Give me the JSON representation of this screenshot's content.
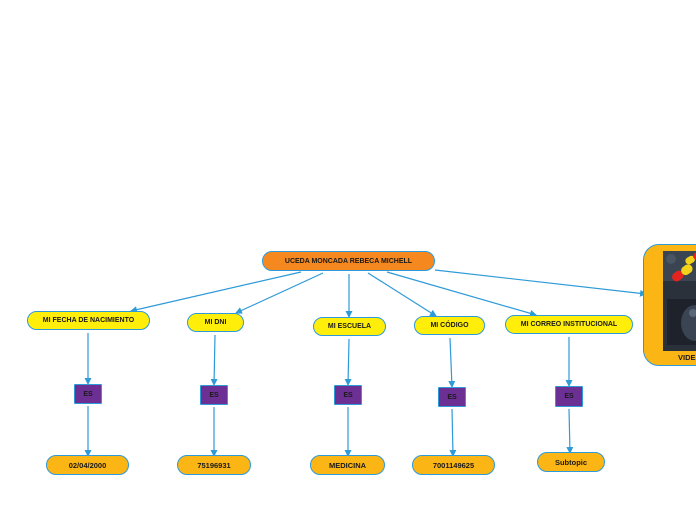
{
  "root": {
    "label": "UCEDA MONCADA REBECA MICHELL"
  },
  "topics": [
    {
      "label": "MI FECHA DE NACIMIENTO",
      "connector": "ES",
      "value": "02/04/2000"
    },
    {
      "label": "MI DNI",
      "connector": "ES",
      "value": "75196931"
    },
    {
      "label": "MI ESCUELA",
      "connector": "ES",
      "value": "MEDICINA"
    },
    {
      "label": "MI CÓDIGO",
      "connector": "ES",
      "value": "7001149625"
    },
    {
      "label": "MI CORREO INSTITUCIONAL",
      "connector": "ES",
      "value": "Subtopic"
    }
  ],
  "image_node": {
    "caption": "VIDE",
    "icon": "pills-photo"
  },
  "colors": {
    "root_fill": "#f5891f",
    "topic_fill": "#ffee0a",
    "leaf_fill": "#fbb515",
    "connector_fill": "#6c2f93",
    "line": "#2e9ad8"
  }
}
